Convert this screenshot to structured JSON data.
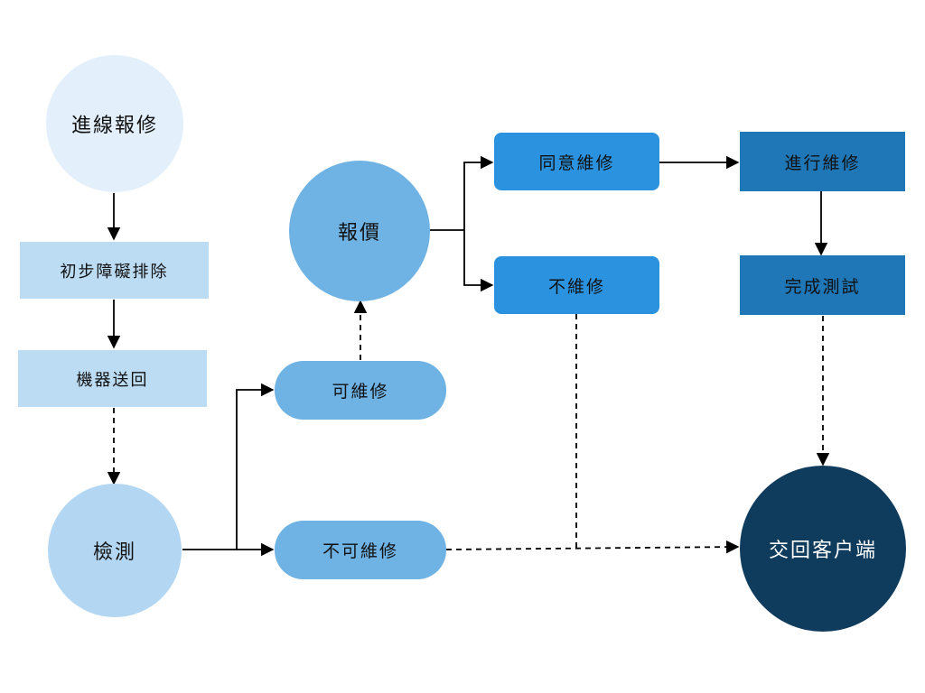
{
  "colors": {
    "palest": "#e3effa",
    "pale": "#bcdcf3",
    "light": "#b3d7f3",
    "mid": "#6fb2e4",
    "bright": "#2a92df",
    "steel": "#1f77b7",
    "navy": "#0f3b5c",
    "line": "#000000"
  },
  "nodes": {
    "report": "進線報修",
    "troubleshoot": "初步障礙排除",
    "ship_back": "機器送回",
    "inspect": "檢測",
    "repairable": "可維修",
    "not_repairable": "不可維修",
    "quote": "報價",
    "agree": "同意維修",
    "decline": "不維修",
    "repairing": "進行維修",
    "test_done": "完成測試",
    "return_client": "交回客户端"
  }
}
